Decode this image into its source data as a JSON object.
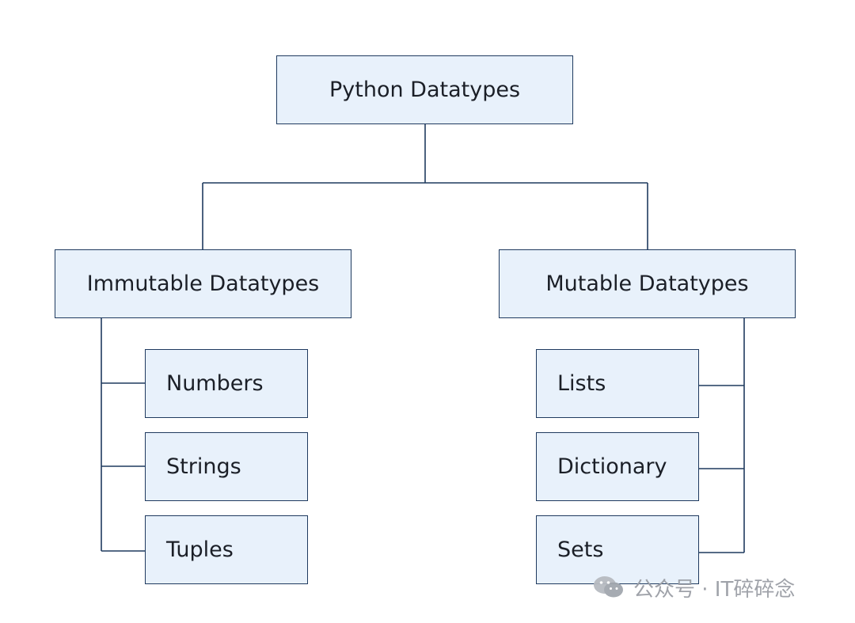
{
  "root": {
    "label": "Python Datatypes"
  },
  "branches": [
    {
      "label": "Immutable Datatypes",
      "children": [
        "Numbers",
        "Strings",
        "Tuples"
      ]
    },
    {
      "label": "Mutable Datatypes",
      "children": [
        "Lists",
        "Dictionary",
        "Sets"
      ]
    }
  ],
  "watermark": {
    "icon": "wechat-icon",
    "text": "公众号 · IT碎碎念"
  },
  "colors": {
    "box_fill": "#e8f1fb",
    "box_border": "#1f3a5f",
    "line": "#1f3a5f",
    "watermark": "#9a9ea5"
  }
}
